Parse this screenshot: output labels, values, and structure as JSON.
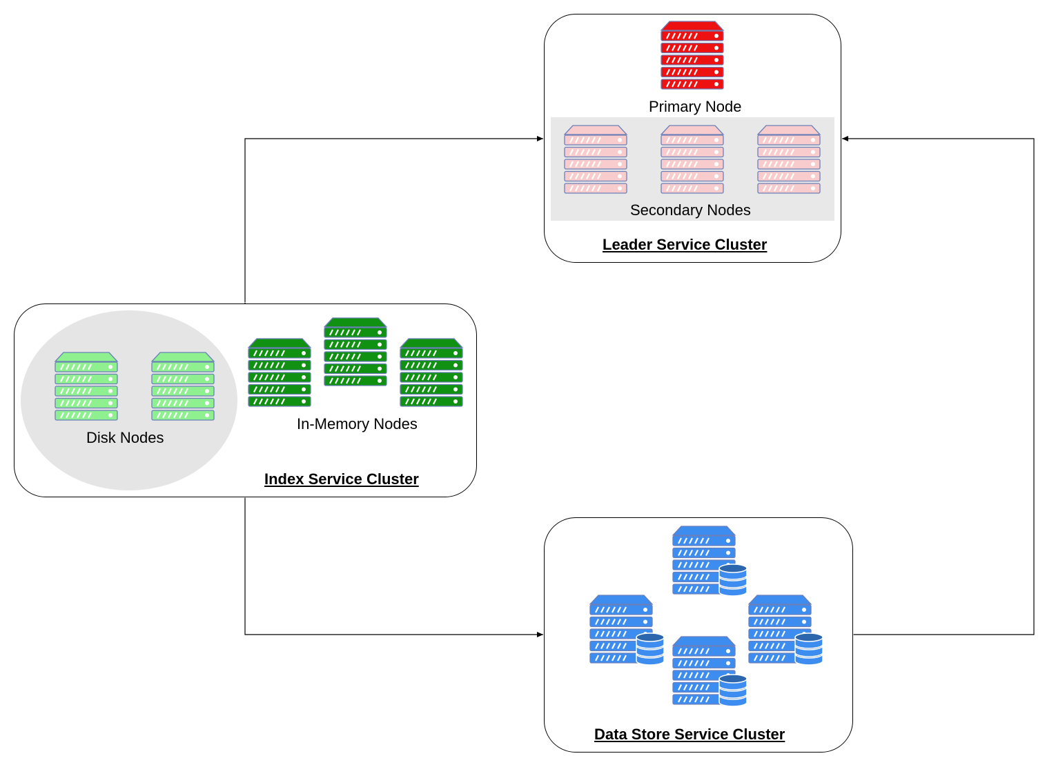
{
  "leader_cluster": {
    "title": "Leader Service Cluster",
    "primary_label": "Primary Node",
    "secondary_label": "Secondary Nodes",
    "primary_color": "#ee1111",
    "secondary_color": "#f8cccc",
    "icon": "server-rack-icon"
  },
  "index_cluster": {
    "title": "Index Service Cluster",
    "disk_label": "Disk Nodes",
    "memory_label": "In-Memory Nodes",
    "disk_color": "#8ef08e",
    "memory_color": "#119111",
    "icon": "server-rack-icon"
  },
  "data_store_cluster": {
    "title": "Data Store Service Cluster",
    "server_color": "#3d8df0",
    "icon": "database-server-icon"
  },
  "connections": [
    {
      "from": "Index Service Cluster",
      "to": "Leader Service Cluster",
      "bidirectional": true
    },
    {
      "from": "Index Service Cluster",
      "to": "Data Store Service Cluster",
      "bidirectional": true
    },
    {
      "from": "Data Store Service Cluster",
      "to": "Leader Service Cluster",
      "bidirectional": true
    }
  ]
}
